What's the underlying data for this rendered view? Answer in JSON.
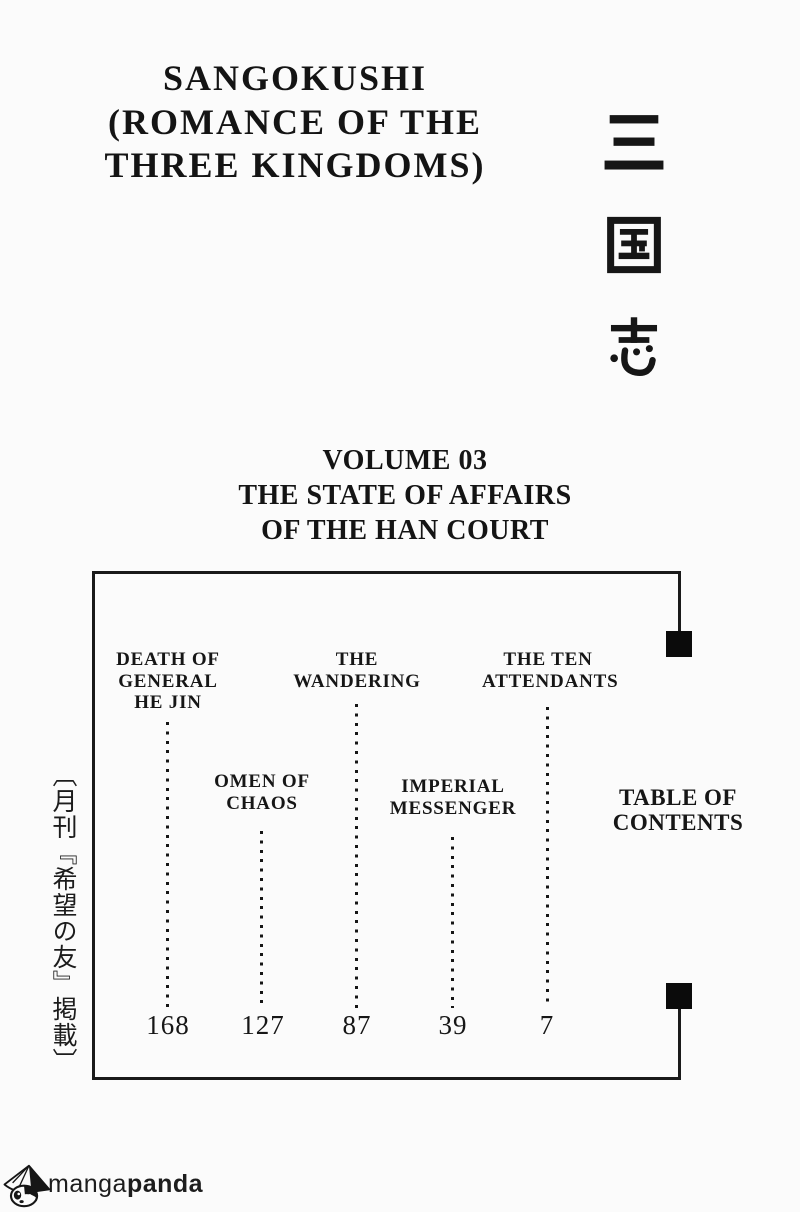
{
  "colors": {
    "ink": "#161616",
    "paper": "#fbfbfb",
    "square": "#0b0b0b"
  },
  "header": {
    "title_lines": [
      "SANGOKUSHI",
      "(ROMANCE OF THE",
      "THREE KINGDOMS)"
    ],
    "kanji_title": "三国志"
  },
  "volume": {
    "heading_lines": [
      "VOLUME 03",
      "THE STATE OF AFFAIRS",
      "OF THE HAN COURT"
    ]
  },
  "toc": {
    "label_lines": [
      "TABLE OF",
      "CONTENTS"
    ],
    "chapters": [
      {
        "title_lines": [
          "DEATH OF",
          "GENERAL",
          "HE JIN"
        ],
        "page": "168"
      },
      {
        "title_lines": [
          "OMEN OF",
          "CHAOS"
        ],
        "page": "127"
      },
      {
        "title_lines": [
          "THE",
          "WANDERING"
        ],
        "page": "87"
      },
      {
        "title_lines": [
          "IMPERIAL",
          "MESSENGER"
        ],
        "page": "39"
      },
      {
        "title_lines": [
          "THE TEN",
          "ATTENDANTS"
        ],
        "page": "7"
      }
    ]
  },
  "margin_note": {
    "text": "〔月刊『希望の友』掲載〕"
  },
  "watermark": {
    "brand_light": "manga",
    "brand_bold": "panda"
  }
}
